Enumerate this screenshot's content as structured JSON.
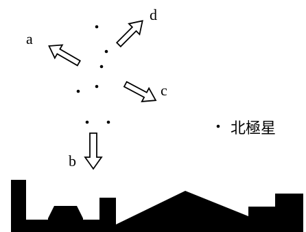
{
  "labels": {
    "a": "a",
    "b": "b",
    "c": "c",
    "d": "d",
    "polaris": "北極星"
  },
  "colors": {
    "ink": "#000000",
    "background": "#ffffff"
  }
}
